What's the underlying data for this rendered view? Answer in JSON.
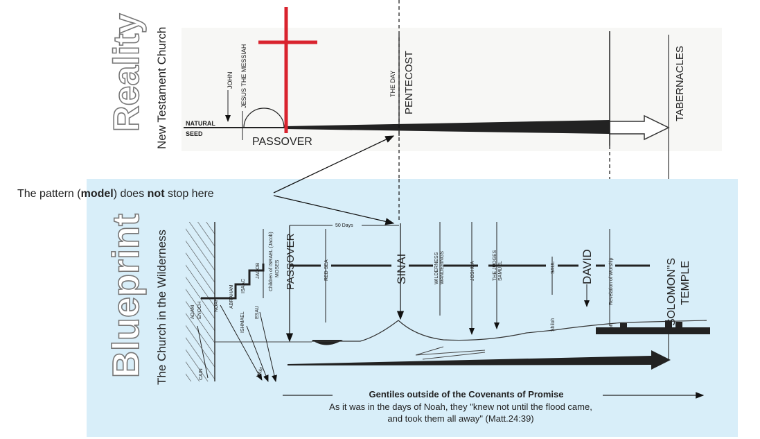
{
  "reality": {
    "title": "Reality",
    "subtitle": "New Testament Church",
    "natural": "NATURAL",
    "seed": "SEED",
    "john": "JOHN",
    "jesus": "JESUS THE MESSIAH",
    "passover": "PASSOVER",
    "the_day": "THE DAY",
    "pentecost": "PENTECOST",
    "tabernacles": "TABERNACLES",
    "cross_color": "#d9232e"
  },
  "annotation": {
    "prefix": "The pattern (",
    "bold1": "model",
    "middle": ") does ",
    "bold2": "not",
    "suffix": " stop here"
  },
  "blueprint": {
    "title": "Blueprint",
    "subtitle": "The Church in the Wilderness",
    "bg_color": "#d8eef9",
    "adam": "ADAM",
    "enoch": "ENOCH",
    "noah": "NOAH",
    "abraham": "ABRAHAM",
    "isaac": "ISAAC",
    "jacob": "JACOB",
    "ishmael": "ISHMAEL",
    "esau": "ESAU",
    "children": "Children of ISRAEL (Jacob)",
    "moses": "MOSES",
    "passover": "PASSOVER",
    "fifty_days": "50 Days",
    "red_sea": "RED SEA",
    "sinai": "SINAI",
    "wilderness": "WILDERNESS",
    "wanderings": "WANDERINGS",
    "joshua": "JOSHUA",
    "judges": "THE JUDGES",
    "samuel": "SAMUEL",
    "saul": "SAUL",
    "shiloh": "Shiloh",
    "david": "DAVID",
    "zion": "Zion",
    "revelation": "Revelation of Worship",
    "solomons": "SOLOMON\"S",
    "temple": "TEMPLE",
    "cain": "CAIN",
    "ham": "HAM",
    "gentiles": "Gentiles outside of the Covenants of Promise",
    "quote1": "As it was in the days of Noah, they \"knew not until the flood came,",
    "quote2": "and took them all away\" (Matt.24:39)"
  }
}
